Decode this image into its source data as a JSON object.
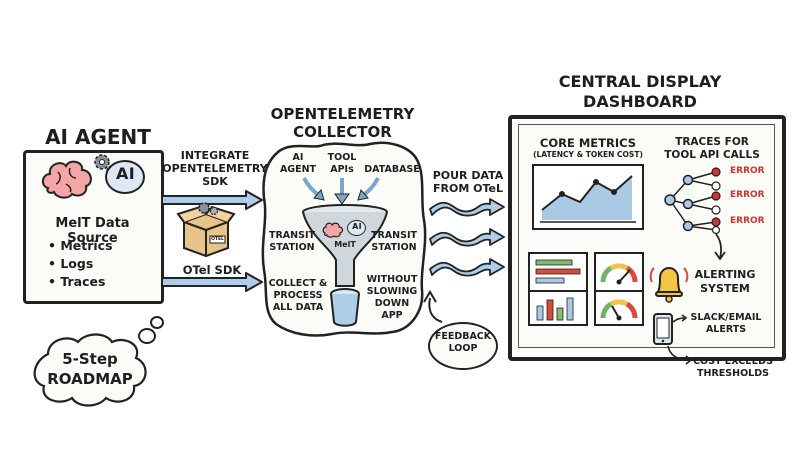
{
  "colors": {
    "ink": "#222222",
    "arrow_blue": "#aecde8",
    "funnel_gray": "#cfd6dc",
    "chart_blue": "#a9c9e4",
    "error_red": "#d0342c",
    "gauge_red": "#d94a3a",
    "gauge_yellow": "#f2c14e",
    "gauge_green": "#6fb36a",
    "bell_yellow": "#f4c542",
    "box_tan": "#e7c48a",
    "bar_green": "#7dbf6f",
    "brain_pink": "#f4a6a6"
  },
  "agent": {
    "title": "AI AGENT",
    "ai_badge": "AI",
    "data_source": "MelT Data Source",
    "bullets": [
      "• Metrics",
      "• Logs",
      "• Traces"
    ]
  },
  "sdk": {
    "integrate_lines": [
      "INTEGRATE",
      "OPENTELEMETRY",
      "SDK"
    ],
    "box_label": "OTel SDK",
    "box_stamp": "OTEL"
  },
  "collector": {
    "title_lines": [
      "OPENTELEMETRY",
      "COLLECTOR"
    ],
    "inputs": [
      {
        "lines": [
          "AI",
          "AGENT"
        ]
      },
      {
        "lines": [
          "TOOL",
          "APIs"
        ]
      },
      {
        "lines": [
          "DATABASE"
        ]
      }
    ],
    "transit_left": [
      "TRANSIT",
      "STATION"
    ],
    "transit_right": [
      "TRANSIT",
      "STATION"
    ],
    "funnel_brain_label": "MelT",
    "funnel_ai": "AI",
    "collect_lines": [
      "COLLECT &",
      "PROCESS",
      "ALL DATA"
    ],
    "without_lines": [
      "WITHOUT",
      "SLOWING",
      "DOWN",
      "APP"
    ]
  },
  "pour": {
    "lines": [
      "POUR DATA",
      "FROM OTeL"
    ]
  },
  "feedback": {
    "lines": [
      "FEEDBACK",
      "LOOP"
    ]
  },
  "roadmap": {
    "lines": [
      "5-Step",
      "ROADMAP"
    ]
  },
  "dashboard": {
    "title_lines": [
      "CENTRAL DISPLAY",
      "DASHBOARD"
    ],
    "core_metrics_title": "CORE METRICS",
    "core_metrics_sub": "(LATENCY & TOKEN COST)",
    "traces_lines": [
      "TRACES FOR",
      "TOOL API CALLS"
    ],
    "error_labels": [
      "ERROR",
      "ERROR",
      "ERROR"
    ],
    "alerting_lines": [
      "ALERTING",
      "SYSTEM"
    ],
    "slack_lines": [
      "SLACK/EMAIL",
      "ALERTS"
    ],
    "cost_lines": [
      "COST EXCEEDS",
      "THRESHOLDS"
    ]
  }
}
